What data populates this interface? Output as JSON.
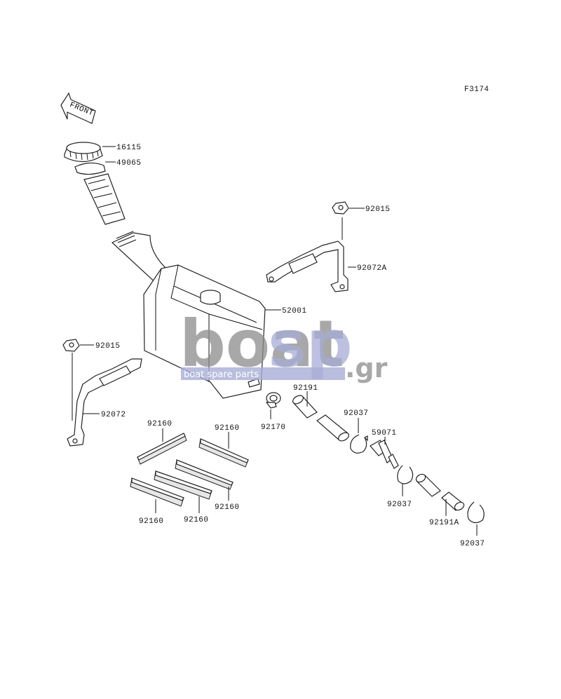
{
  "diagram_code": "F3174",
  "front_label": "FRONT",
  "watermark": {
    "word1": "boat",
    "word2": "sp",
    "suffix": ".gr",
    "tagline": "boat spare parts"
  },
  "parts": {
    "cap": "16115",
    "gasket": "49065",
    "nut_upper": "92015",
    "bracket_upper": "92072A",
    "tank": "52001",
    "nut_left": "92015",
    "bracket_left": "92072",
    "clamp": "92170",
    "hose_1": "92191",
    "circlip_1": "92037",
    "fitting": "59071",
    "circlip_2": "92037",
    "hose_2": "92191A",
    "circlip_3": "92037",
    "pad_1": "92160",
    "pad_2": "92160",
    "pad_3": "92160",
    "pad_4": "92160",
    "pad_5": "92160"
  }
}
